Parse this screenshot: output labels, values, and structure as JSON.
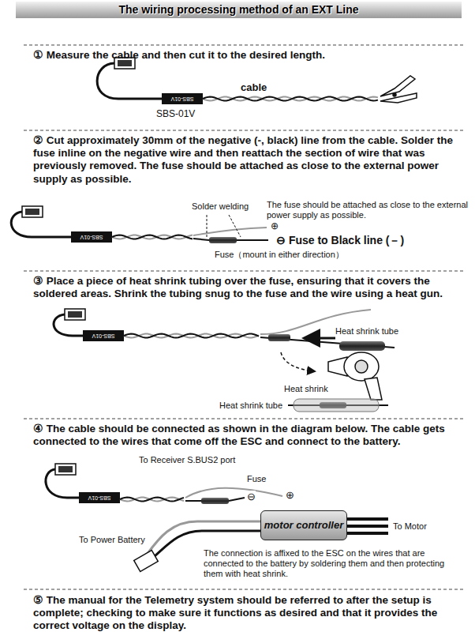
{
  "diagram": {
    "title": "The wiring processing method of an EXT Line",
    "nodes": [
      {
        "text": [
          "motor controller"
        ]
      }
    ],
    "labels": [
      "① Measure the cable and then cut it to the desired length.",
      "cable",
      "SBS-01V",
      "SBS-01V",
      "② Cut approximately 30mm of the negative (-, black) line from the cable. Solder the fuse inline on the negative wire and then reattach the section of wire that was previously removed. The fuse should be attached as close to the external power supply as possible.",
      "Solder welding",
      "The fuse should be attached as close to the external power supply as possible.",
      "⊕",
      "⊖ Fuse to Black line (－)",
      "Fuse（mount in either direction）",
      "SBS-01V",
      "③ Place a piece of heat shrink tubing over the fuse, ensuring that it covers the soldered areas.  Shrink the tubing snug to the fuse and the wire using a heat gun.",
      "Heat shrink tube",
      "Heat shrink",
      "Heat shrink tube",
      "SBS-01V",
      "④ The cable should be connected as shown in the diagram below.  The cable gets connected to the wires that come off the ESC and connect to the battery.",
      "To Receiver S.BUS2 port",
      "Fuse",
      "⊖",
      "⊕",
      "To Motor",
      "To Power Battery",
      "The connection is affixed to the ESC on the wires that are connected to the battery by soldering them and then protecting them with heat shrink.",
      "SBS-01V",
      "⑤ The manual for the Telemetry system should be referred to after the setup is complete; checking to make sure it functions as desired and that it provides the correct voltage on the display."
    ]
  }
}
